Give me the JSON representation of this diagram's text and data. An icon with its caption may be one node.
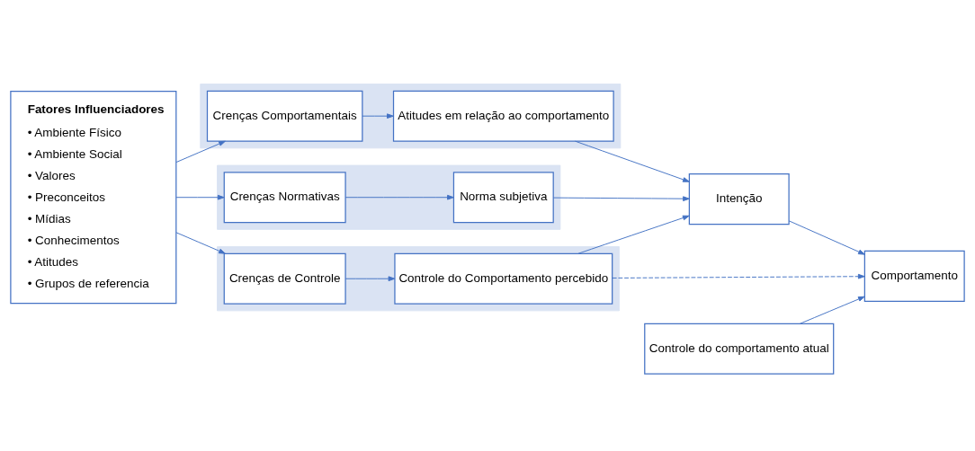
{
  "diagram": {
    "nodes": [
      {
        "text": [
          "Fatores Influenciadores",
          "• Ambiente Físico",
          "• Ambiente Social",
          "• Valores",
          "• Preconceitos",
          "• Mídias",
          "• Conhecimentos",
          "• Atitudes",
          "• Grupos de referencia"
        ]
      },
      {
        "text": [],
        "shape": "box"
      },
      {
        "text": [
          "Crenças Comportamentais"
        ],
        "in": 1
      },
      {
        "text": [
          "Atitudes em relação ao comportamento"
        ],
        "in": 1
      },
      {
        "text": [],
        "shape": "box"
      },
      {
        "text": [
          "Crenças Normativas"
        ],
        "in": 4
      },
      {
        "text": [
          "Norma subjetiva"
        ],
        "in": 4
      },
      {
        "text": [],
        "shape": "box"
      },
      {
        "text": [
          "Crenças de Controle"
        ],
        "in": 7
      },
      {
        "text": [
          "Controle do Comportamento percebido"
        ],
        "in": 7
      },
      {
        "text": [
          "Intenção"
        ]
      },
      {
        "text": [
          "Comportamento"
        ]
      },
      {
        "text": [
          "Controle do comportamento atual"
        ]
      }
    ],
    "edges": [
      {
        "from": 0,
        "to": 2,
        "arrow": "to"
      },
      {
        "from": 0,
        "to": 5,
        "arrow": "to"
      },
      {
        "from": 0,
        "to": 8,
        "arrow": "to"
      },
      {
        "from": 2,
        "to": 3,
        "arrow": "to"
      },
      {
        "from": 5,
        "to": 6,
        "arrow": "to"
      },
      {
        "from": 8,
        "to": 9,
        "arrow": "to"
      },
      {
        "from": 3,
        "to": 10,
        "arrow": "to"
      },
      {
        "from": 6,
        "to": 10,
        "arrow": "to"
      },
      {
        "from": 9,
        "to": 10,
        "arrow": "to"
      },
      {
        "from": 10,
        "to": 11,
        "arrow": "to"
      },
      {
        "from": 9,
        "to": 11,
        "arrow": "to",
        "style": "dashed"
      },
      {
        "from": 12,
        "to": 11,
        "arrow": "to"
      }
    ]
  }
}
